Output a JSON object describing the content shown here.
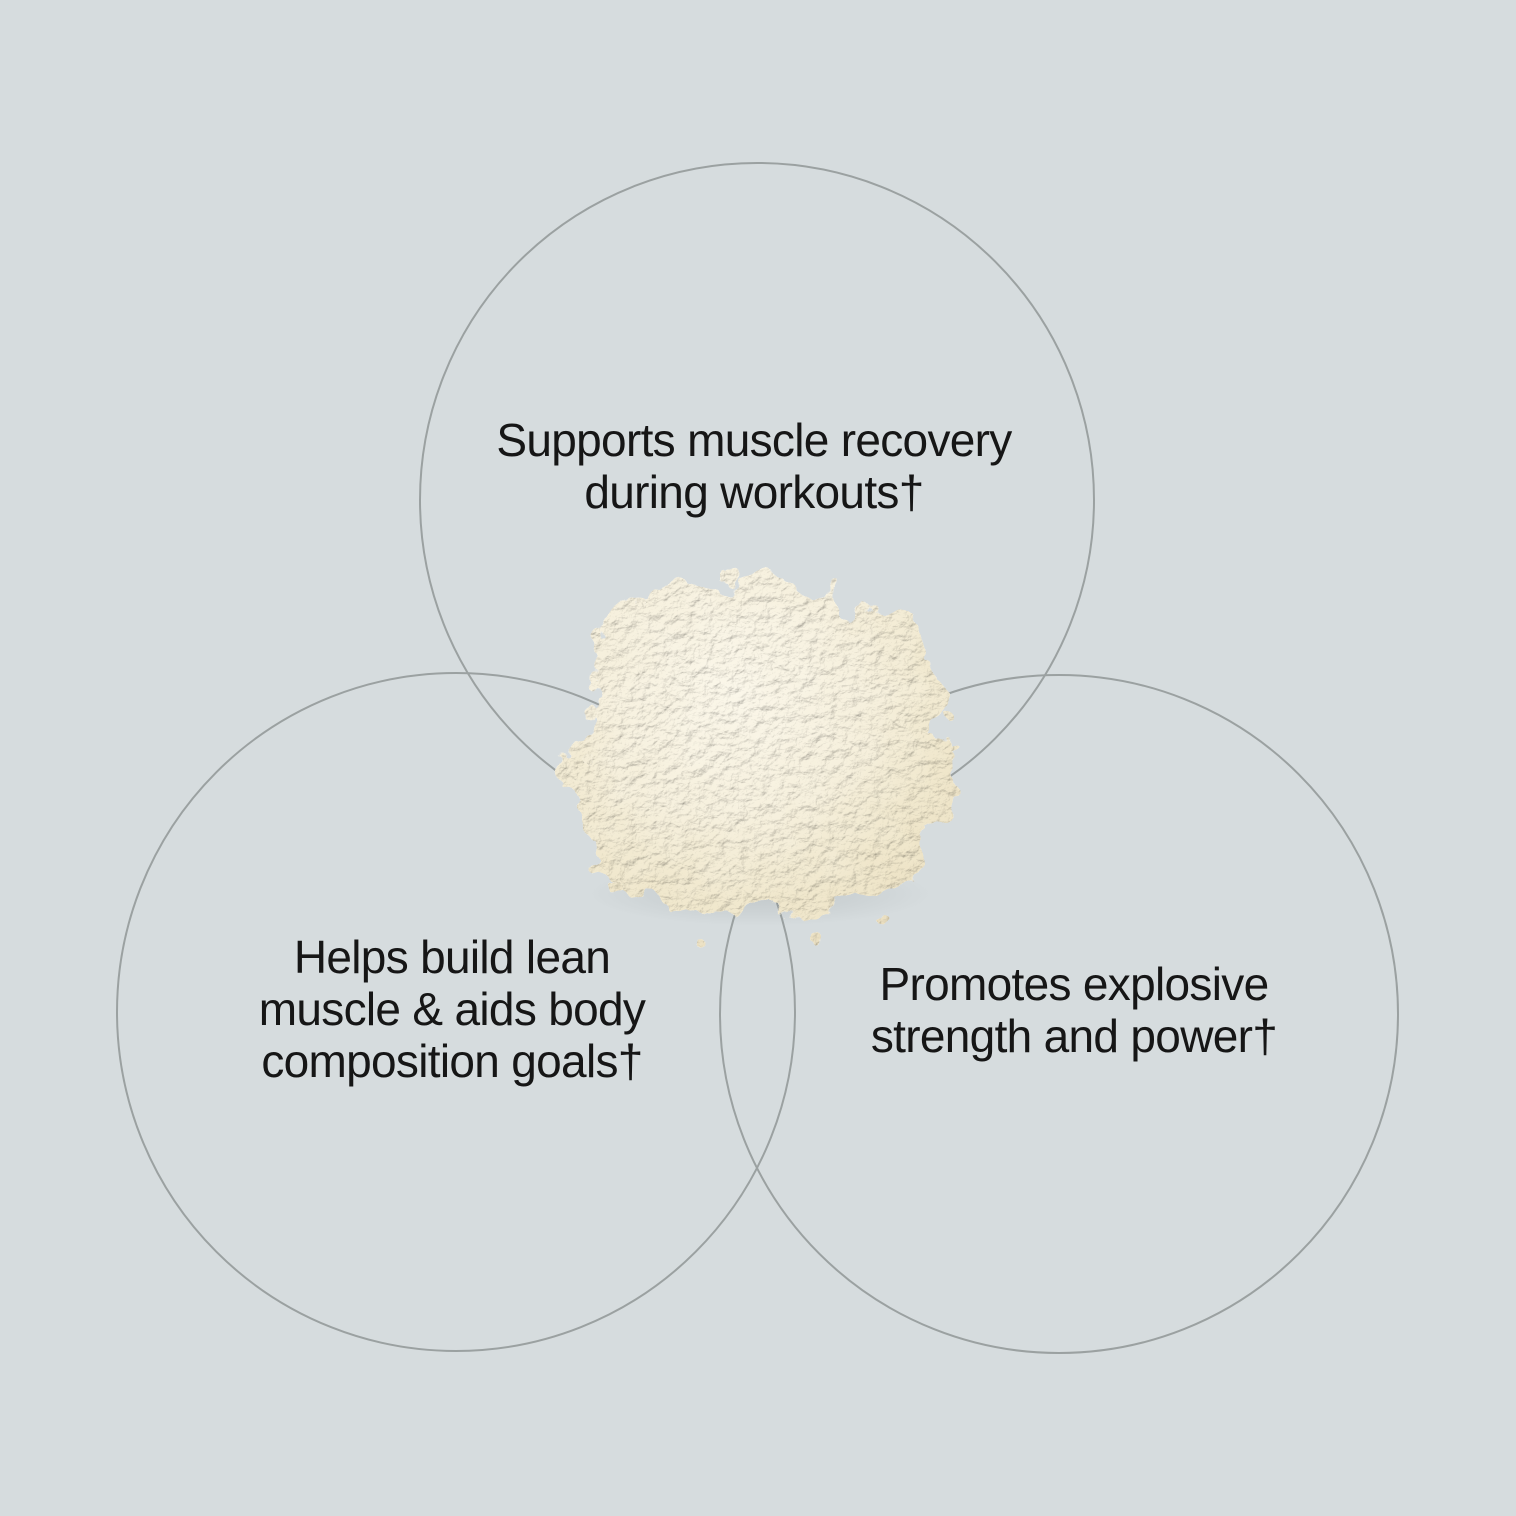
{
  "page": {
    "background_color": "#d6dcde",
    "circle_stroke_color": "#9ba1a1",
    "text_color": "#161616",
    "powder_base_color": "#f5efdc"
  },
  "diagram": {
    "type": "venn-3-circles",
    "center_image": "protein-powder-pile",
    "benefits": [
      {
        "position": "top",
        "lines": [
          "Supports muscle recovery",
          "during workouts†"
        ]
      },
      {
        "position": "bottom-left",
        "lines": [
          "Helps build lean",
          "muscle & aids body",
          "composition goals†"
        ]
      },
      {
        "position": "bottom-right",
        "lines": [
          "Promotes explosive",
          "strength and power†"
        ]
      }
    ]
  }
}
